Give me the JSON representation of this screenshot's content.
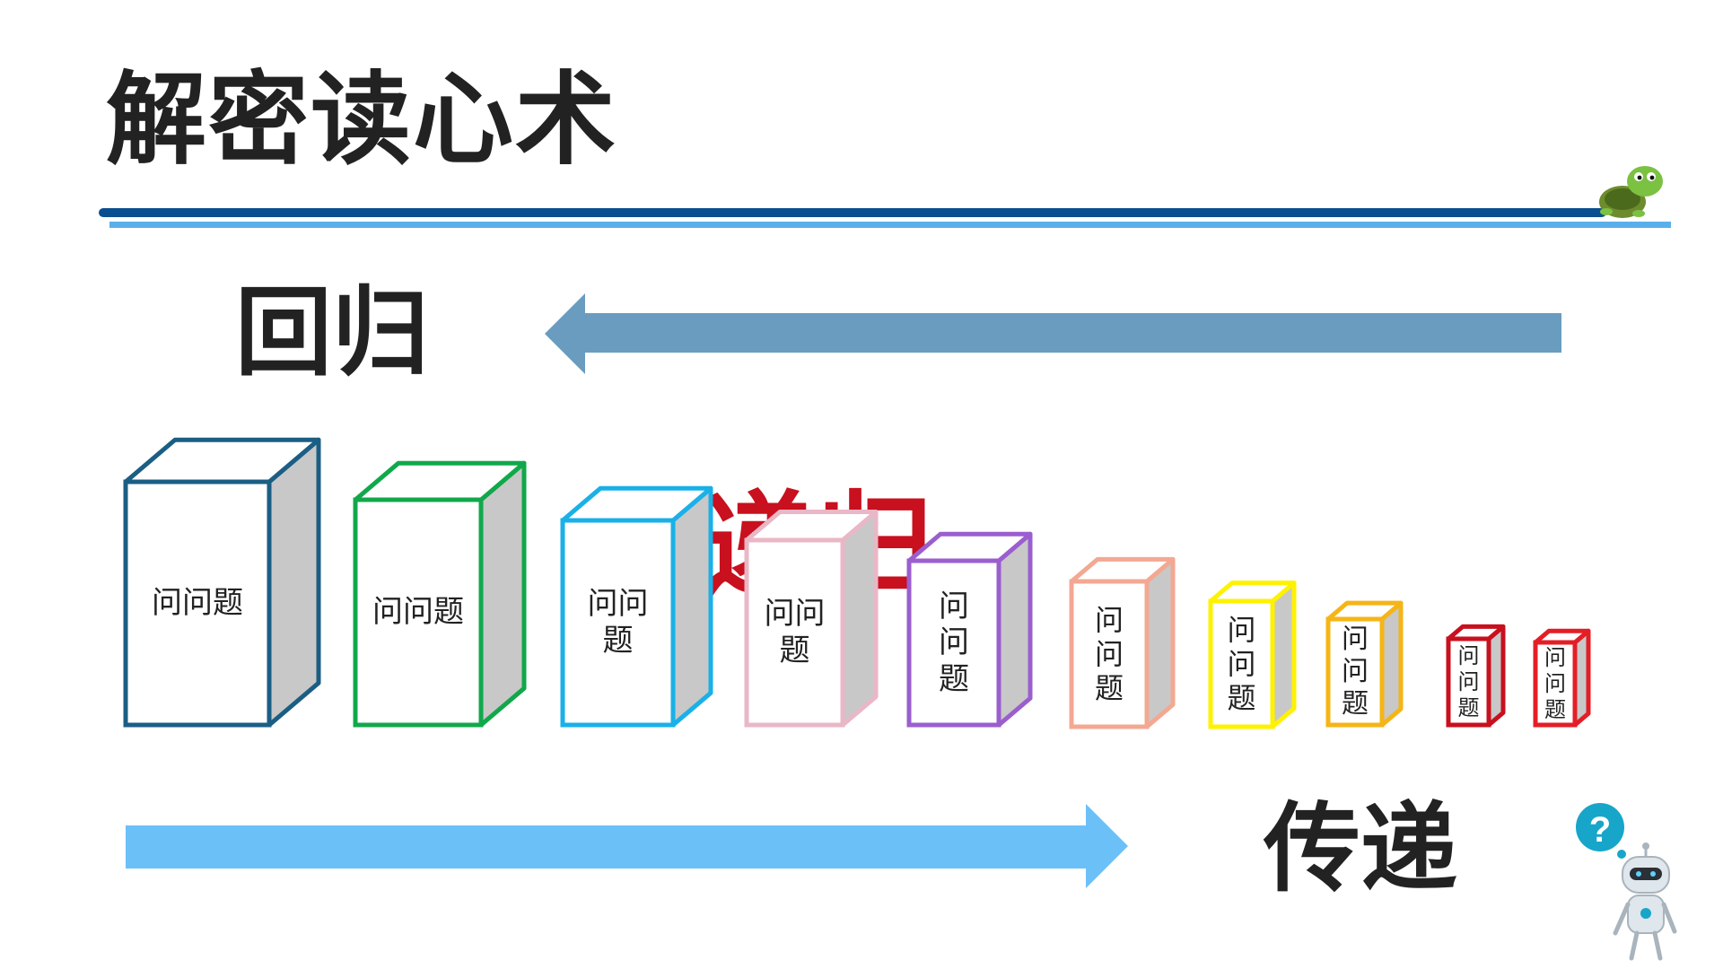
{
  "title": "解密读心术",
  "back_label": "回归",
  "forward_label": "传递",
  "center_word": "递归",
  "boxes": [
    {
      "text": "问问题",
      "color": "#1b5e84"
    },
    {
      "text": "问问题",
      "color": "#11a84b"
    },
    {
      "text": "问问\n题",
      "color": "#1ab0e8"
    },
    {
      "text": "问问\n题",
      "color": "#e9b7c6"
    },
    {
      "text": "问\n问\n题",
      "color": "#9b5ecf"
    },
    {
      "text": "问\n问\n题",
      "color": "#f3a892"
    },
    {
      "text": "问\n问\n题",
      "color": "#fff200"
    },
    {
      "text": "问\n问\n题",
      "color": "#f5b516"
    },
    {
      "text": "问\n问\n题",
      "color": "#c8101e"
    },
    {
      "text": "问\n问\n题",
      "color": "#e41e26"
    }
  ],
  "colors": {
    "header_rule_dark": "#0a4f8f",
    "header_rule_light": "#5aafea",
    "back_arrow": "#6a9cc0",
    "forward_arrow": "#6cc0f8"
  },
  "icons": {
    "mascot_top": "turtle-icon",
    "mascot_bottom": "robot-question-icon"
  }
}
